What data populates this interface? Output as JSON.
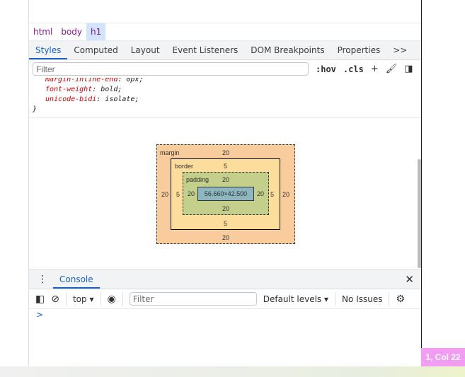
{
  "breadcrumbs": [
    "html",
    "body",
    "h1"
  ],
  "tabs": [
    "Styles",
    "Computed",
    "Layout",
    "Event Listeners",
    "DOM Breakpoints",
    "Properties"
  ],
  "tabs_overflow": ">>",
  "filter": {
    "placeholder": "Filter",
    "hov": ":hov",
    "cls": ".cls"
  },
  "css": [
    {
      "prop": "margin-inline-end",
      "val": "0px;"
    },
    {
      "prop": "font-weight",
      "val": "bold;"
    },
    {
      "prop": "unicode-bidi",
      "val": "isolate;"
    }
  ],
  "css_close": "}",
  "box_model": {
    "margin_label": "margin",
    "border_label": "border",
    "padding_label": "padding",
    "margin": {
      "top": "20",
      "right": "20",
      "bottom": "20",
      "left": "20"
    },
    "border": {
      "top": "5",
      "right": "5",
      "bottom": "5",
      "left": "5"
    },
    "padding": {
      "top": "20",
      "right": "20",
      "bottom": "20",
      "left": "20"
    },
    "content": "56.660×42.500"
  },
  "console": {
    "tab": "Console",
    "context": "top",
    "filter_placeholder": "Filter",
    "levels": "Default levels",
    "issues": "No Issues",
    "prompt": ">"
  },
  "status": "1, Col 22",
  "icons": {
    "more": "more-vert-icon",
    "close": "close-icon",
    "add": "add-rule-icon",
    "paint": "paint-icon",
    "sidebar": "toggle-sidebar-icon"
  }
}
